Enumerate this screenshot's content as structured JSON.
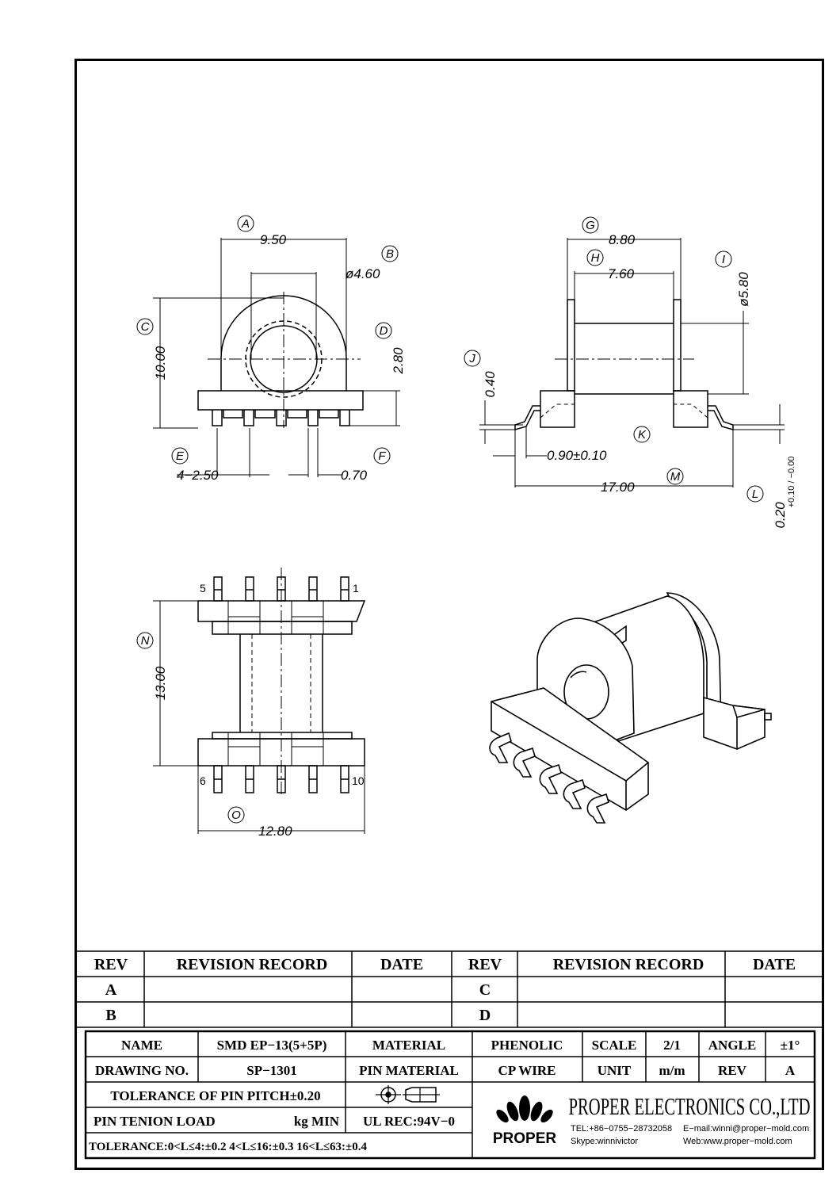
{
  "views": {
    "front": {
      "labels": {
        "A": "A",
        "B": "B",
        "C": "C",
        "D": "D",
        "E": "E",
        "F": "F"
      },
      "dims": {
        "A": "9.50",
        "B": "ø4.60",
        "C": "10.00",
        "D": "2.80",
        "E": "4−2.50",
        "F": "0.70"
      }
    },
    "side": {
      "labels": {
        "G": "G",
        "H": "H",
        "I": "I",
        "J": "J",
        "K": "K",
        "L": "L",
        "M": "M"
      },
      "dims": {
        "G": "8.80",
        "H": "7.60",
        "I": "ø5.80",
        "J": "0.40",
        "K": "0.90±0.10",
        "L": "0.20",
        "L_tol": "+0.10 / −0.00",
        "M": "17.00"
      }
    },
    "bottom": {
      "labels": {
        "N": "N",
        "O": "O"
      },
      "dims": {
        "N": "13.00",
        "O": "12.80"
      },
      "pins": {
        "p5": "5",
        "p1": "1",
        "p6": "6",
        "p10": "10"
      }
    }
  },
  "revision_table": {
    "headers": {
      "rev": "REV",
      "record": "REVISION RECORD",
      "date": "DATE"
    },
    "rows_left": [
      "A",
      "B"
    ],
    "rows_right": [
      "C",
      "D"
    ]
  },
  "title_block": {
    "name_label": "NAME",
    "name_value": "SMD EP−13(5+5P)",
    "material_label": "MATERIAL",
    "material_value": "PHENOLIC",
    "scale_label": "SCALE",
    "scale_value": "2/1",
    "angle_label": "ANGLE",
    "angle_value": "±1°",
    "drawing_no_label": "DRAWING NO.",
    "drawing_no_value": "SP−1301",
    "pin_material_label": "PIN MATERIAL",
    "pin_material_value": "CP WIRE",
    "unit_label": "UNIT",
    "unit_value": "m/m",
    "rev_label": "REV",
    "rev_value": "A",
    "tolerance_pitch": "TOLERANCE OF PIN PITCH±0.20",
    "pin_tension_label": "PIN TENION LOAD",
    "pin_tension_unit": "kg MIN",
    "ul": "UL REC:94V−0",
    "tolerance": "TOLERANCE:0<L≤4:±0.2  4<L≤16:±0.3  16<L≤63:±0.4",
    "company": "PROPER ELECTRONICS CO.,LTD",
    "logo_text": "PROPER",
    "tel": "TEL:+86−0755−28732058",
    "email": "E−mail:winni@proper−mold.com",
    "skype": "Skype:winnivictor",
    "web": "Web:www.proper−mold.com"
  }
}
